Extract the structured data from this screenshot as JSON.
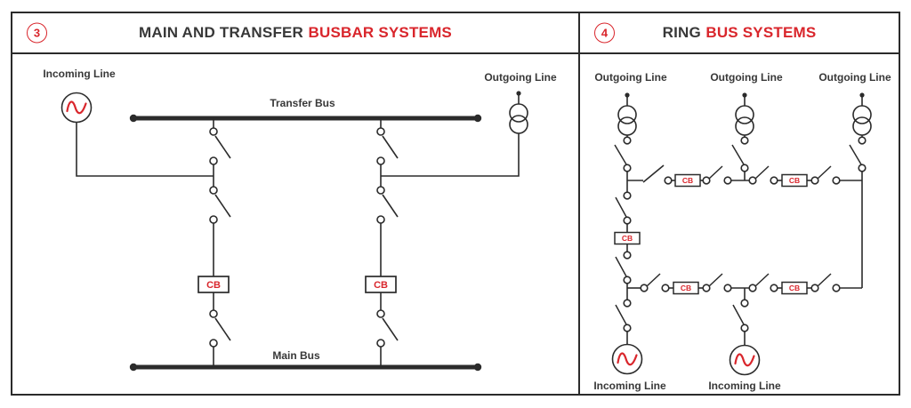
{
  "colors": {
    "accent_red": "#d9262c",
    "text_dark": "#383838",
    "line_black": "#2b2b2b",
    "background": "#ffffff"
  },
  "panels": [
    {
      "badge": "3",
      "title": {
        "dark": "MAIN AND TRANSFER",
        "red": "BUSBAR SYSTEMS"
      },
      "labels": {
        "incoming_line": "Incoming Line",
        "outgoing_line": "Outgoing Line",
        "transfer_bus": "Transfer Bus",
        "main_bus": "Main Bus",
        "cb": "CB"
      }
    },
    {
      "badge": "4",
      "title": {
        "dark": "RING",
        "red": "BUS SYSTEMS"
      },
      "labels": {
        "outgoing_line": "Outgoing Line",
        "incoming_line": "Incoming Line",
        "cb": "CB"
      }
    }
  ]
}
